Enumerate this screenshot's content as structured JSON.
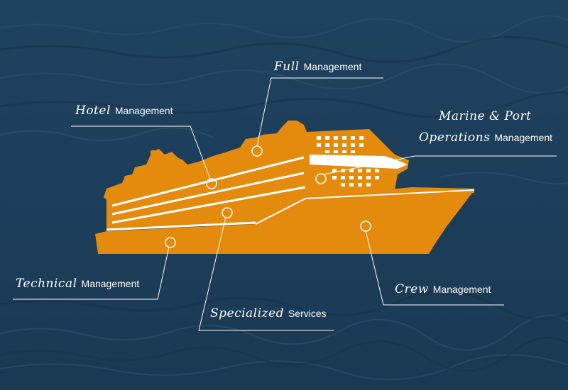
{
  "colors": {
    "sea": "#1d3e5a",
    "ship": "#e48a0c",
    "lines": "#ffffff"
  },
  "labels": {
    "full": {
      "script": "Full",
      "plain": "Management"
    },
    "hotel": {
      "script": "Hotel",
      "plain": "Management"
    },
    "marine": {
      "script_line1": "Marine & Port",
      "script_line2": "Operations",
      "plain": "Management"
    },
    "technical": {
      "script": "Technical",
      "plain": "Management"
    },
    "specialized": {
      "script": "Specialized",
      "plain": "Services"
    },
    "crew": {
      "script": "Crew",
      "plain": "Management"
    }
  }
}
